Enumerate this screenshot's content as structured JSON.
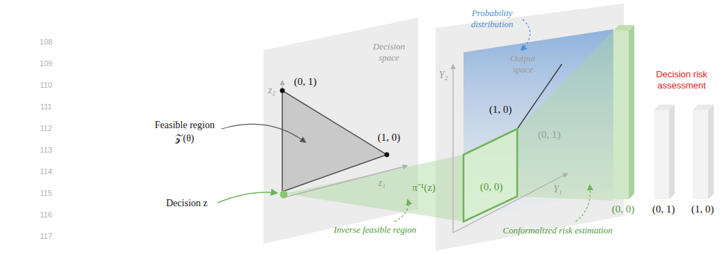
{
  "diagram": {
    "nodes": [
      {
        "text": [
          "Decision space"
        ]
      },
      {
        "text": [
          "Output space"
        ]
      },
      {
        "text": [
          "(0, 0)"
        ],
        "in": 1
      },
      {
        "text": [
          "(0, 0)"
        ]
      },
      {
        "text": [
          "(0, 1)"
        ]
      },
      {
        "text": [
          "(1, 0)"
        ]
      }
    ],
    "labels": [
      "108",
      "109",
      "110",
      "111",
      "112",
      "113",
      "114",
      "115",
      "116",
      "117",
      "z₂",
      "(0, 1)",
      "(1, 0)",
      "Feasible region",
      "𝒵(θ)",
      "z₁",
      "Decision z",
      "Probability distribution",
      "Y₂",
      "(1, 0)",
      "(0, 1)",
      "Y₁",
      "π⁻¹(z)",
      "Inverse feasible region",
      "Conformalized risk estimation",
      "Decision risk assessment"
    ]
  }
}
